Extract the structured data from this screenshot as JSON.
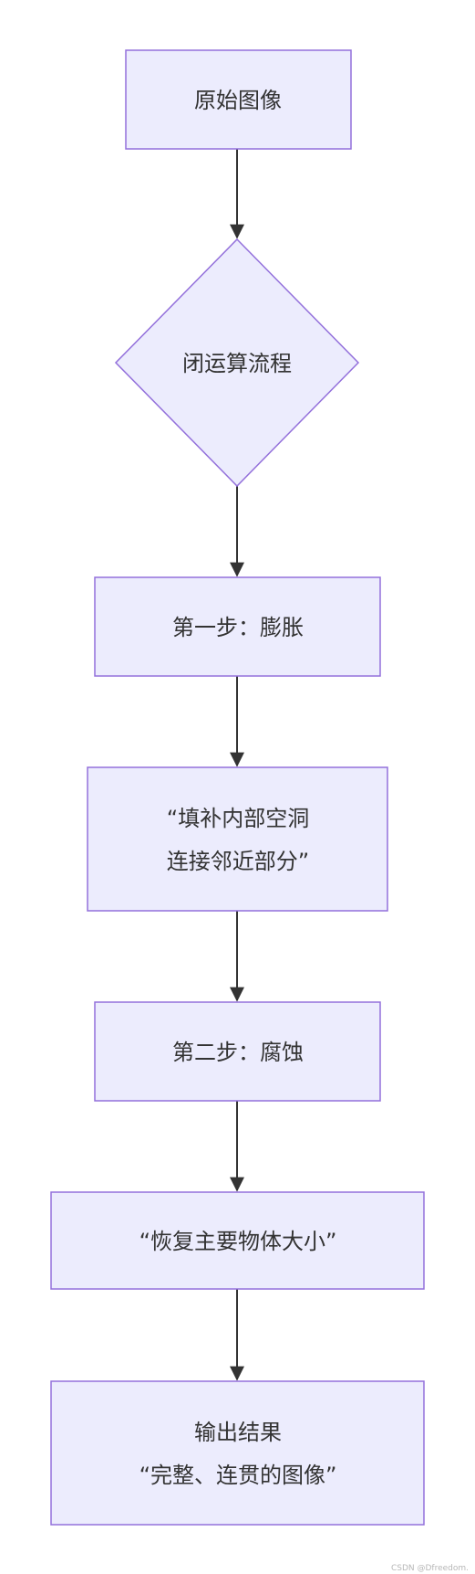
{
  "theme": {
    "node_fill": "#ececfd",
    "node_stroke": "#9370db",
    "edge_color": "#333333",
    "text_color": "#333333"
  },
  "nodes": {
    "original_image": {
      "lines": [
        "原始图像"
      ]
    },
    "closing_process": {
      "lines": [
        "闭运算流程"
      ]
    },
    "step1_dilation": {
      "lines": [
        "第一步：膨胀"
      ]
    },
    "dilation_note": {
      "lines": [
        "“填补内部空洞",
        "连接邻近部分”"
      ]
    },
    "step2_erosion": {
      "lines": [
        "第二步：腐蚀"
      ]
    },
    "erosion_note": {
      "lines": [
        "“恢复主要物体大小”"
      ]
    },
    "output_result": {
      "lines": [
        "输出结果",
        "“完整、连贯的图像”"
      ]
    }
  },
  "watermark": "CSDN @Dfreedom."
}
